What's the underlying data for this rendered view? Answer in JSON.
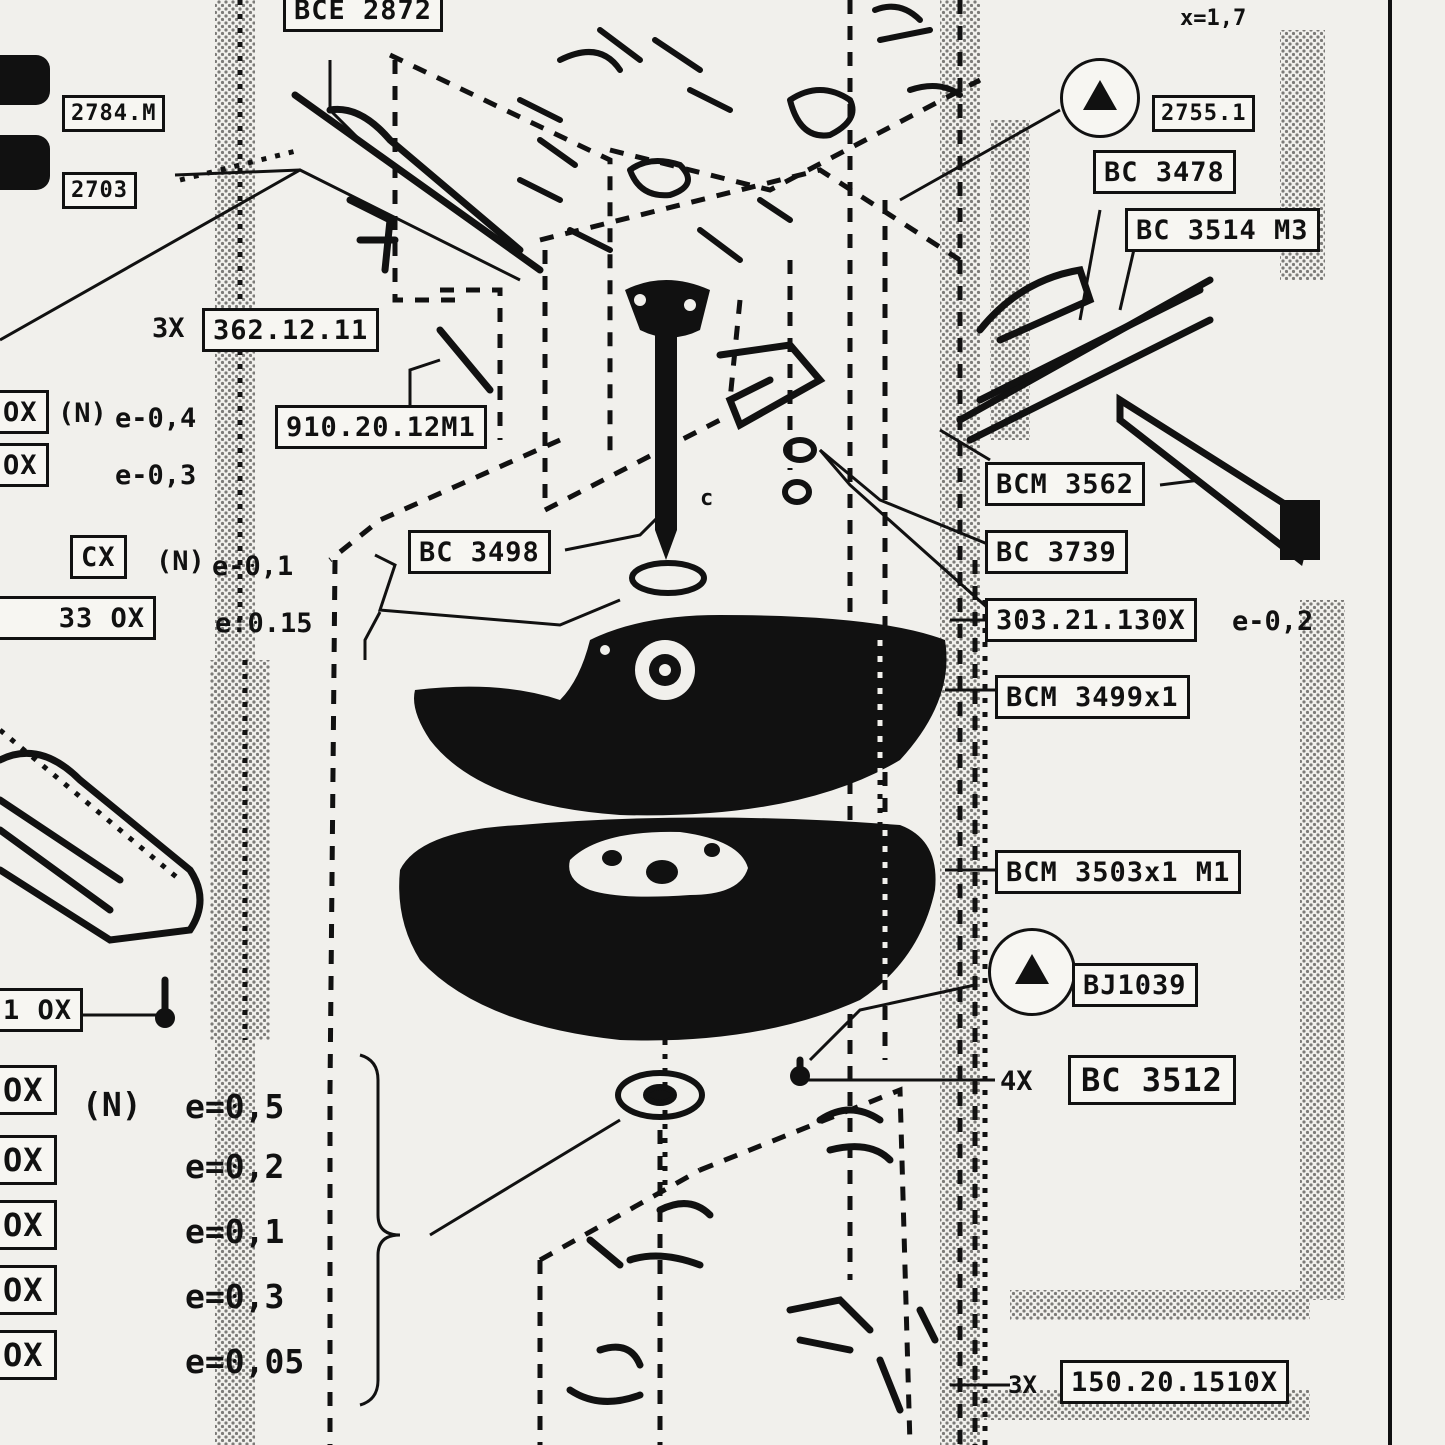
{
  "labels": {
    "bce2872": "BCE 2872",
    "p2784": "2784.M",
    "p2703": "2703",
    "p2755": "2755.1",
    "bc3478": "BC 3478",
    "bc3514": "BC 3514 M3",
    "p362": "362.12.11",
    "p910": "910.20.12M1",
    "bcm3562": "BCM 3562",
    "bc3498": "BC 3498",
    "bc3739": "BC 3739",
    "p303": "303.21.130X",
    "bcm3499": "BCM 3499x1",
    "bcm3503": "BCM 3503x1 M1",
    "bj1039": "BJ1039",
    "bc3512": "BC 3512",
    "p150": "150.20.1510X",
    "left_ox_a": "OX",
    "left_ox_b": "OX",
    "left_cx": "CX",
    "left_33": "33 OX",
    "left_1ox": "1 OX",
    "stack_ox_1": "OX",
    "stack_ox_2": "OX",
    "stack_ox_3": "OX",
    "stack_ox_4": "OX",
    "stack_ox_5": "OX"
  },
  "annotations": {
    "x17": "x=1,7",
    "qty_3x_top": "3X",
    "n1": "(N)",
    "e04": "e-0,4",
    "e03": "e-0,3",
    "n2": "(N)",
    "e01": "e-0,1",
    "e015": "e:0.15",
    "e02_right": "e-0,2",
    "qty_4x": "4X",
    "n3": "(N)",
    "e05": "e=0,5",
    "e02": "e=0,2",
    "e01b": "e=0,1",
    "e03b": "e=0,3",
    "e005": "e=0,05",
    "qty_3x_bottom": "3X",
    "c_mark": "c"
  },
  "colors": {
    "ink": "#111111",
    "paper": "#f1f0ec",
    "screen": "#bdbcb8"
  }
}
